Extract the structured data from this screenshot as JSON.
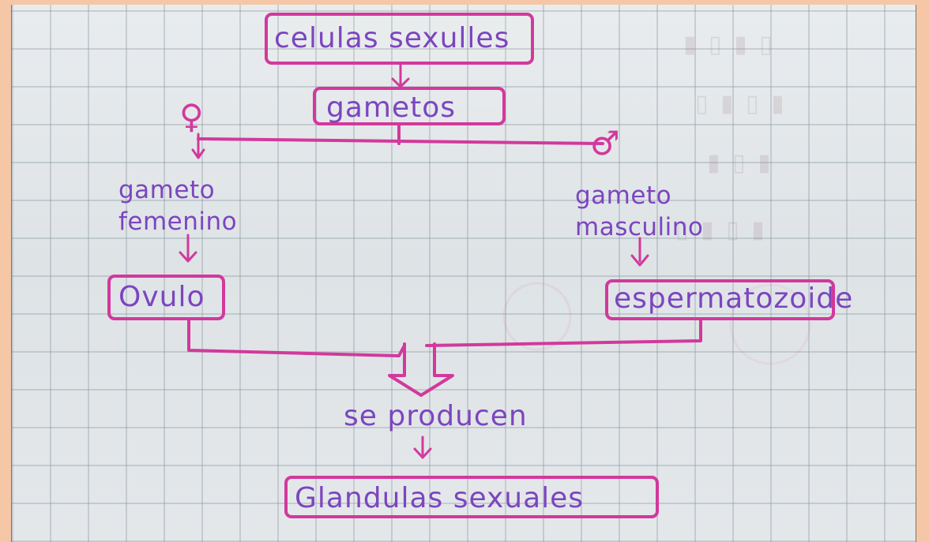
{
  "diagram": {
    "top_label": "celulas sexulles",
    "second_label": "gametos",
    "female_symbol": "♀",
    "male_symbol": "♂",
    "left_branch": {
      "line1": "gameto",
      "line2": "femenino",
      "box": "Ovulo"
    },
    "right_branch": {
      "line1": "gameto",
      "line2": "masculino",
      "box": "espermatozoide"
    },
    "merge_label": "se producen",
    "bottom_label": "Glandulas sexuales"
  },
  "colors": {
    "border": "#f6c7a6",
    "grid_paper": "#e6e9eb",
    "ink_magenta": "#d2399c",
    "ink_purple": "#7c45bf"
  }
}
